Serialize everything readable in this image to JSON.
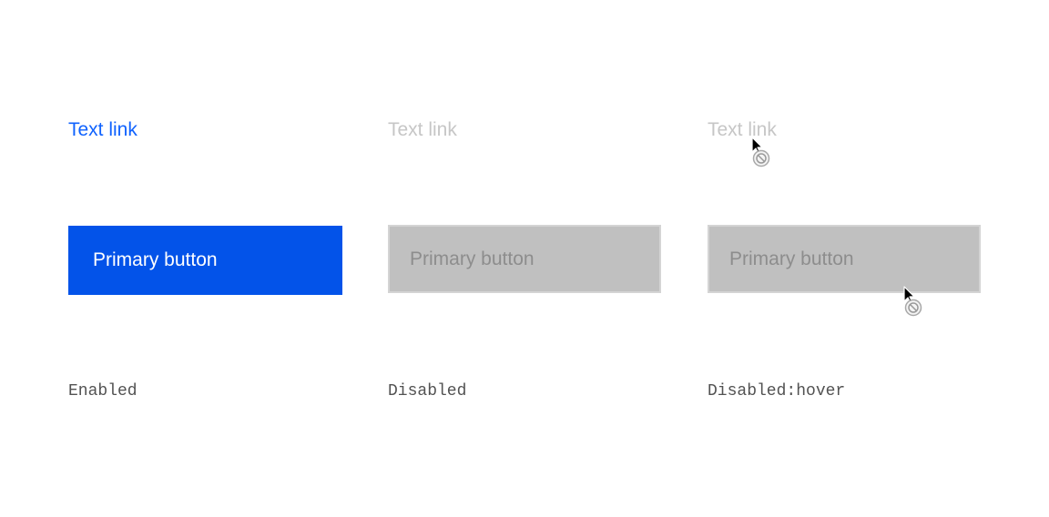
{
  "columns": [
    {
      "state": "Enabled",
      "link_text": "Text link",
      "button_label": "Primary button"
    },
    {
      "state": "Disabled",
      "link_text": "Text link",
      "button_label": "Primary button"
    },
    {
      "state": "Disabled:hover",
      "link_text": "Text link",
      "button_label": "Primary button"
    }
  ],
  "colors": {
    "link_enabled": "#0f62fe",
    "button_enabled": "#0353e9",
    "link_disabled": "#c6c6c6",
    "button_disabled": "#c0c0c0",
    "button_disabled_text": "#8d8d8d",
    "state_label": "#525252"
  },
  "icons": {
    "hover_cursor": "not-allowed-cursor-icon"
  }
}
